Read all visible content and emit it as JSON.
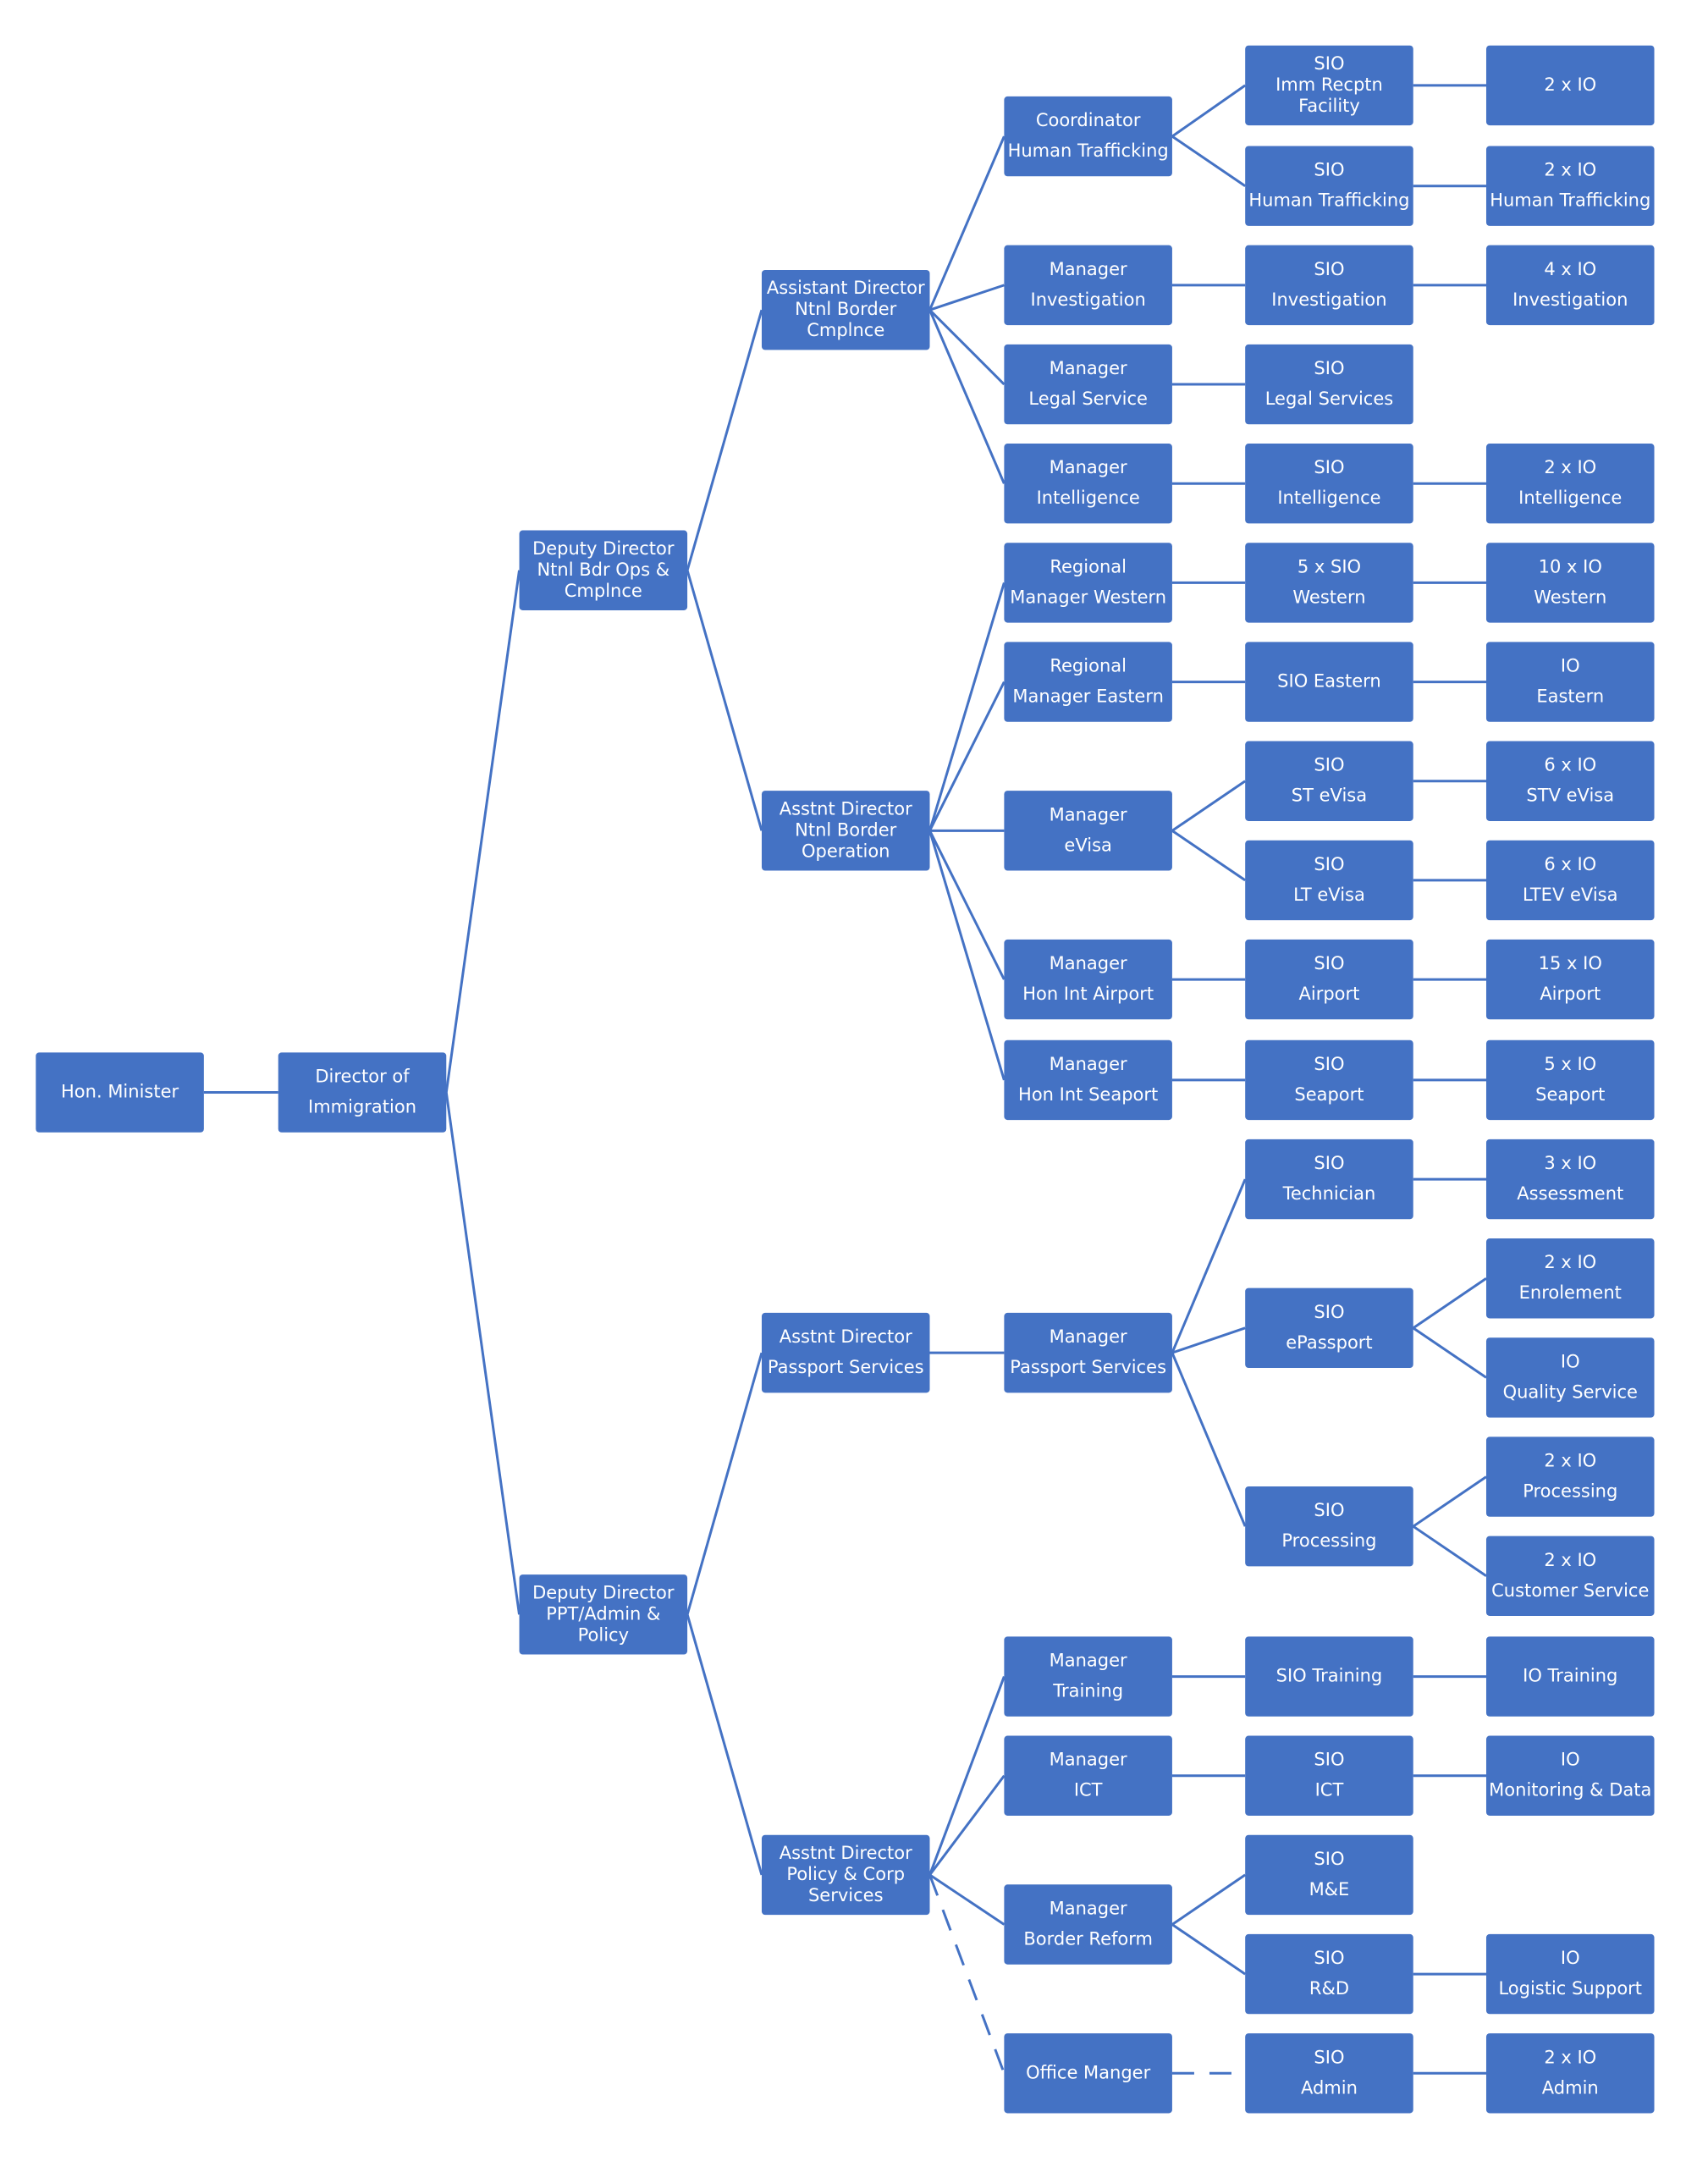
{
  "colors": {
    "node": "#4472C4",
    "text": "#FFFFFF",
    "connector": "#4472C4"
  },
  "nodes": [
    {
      "id": "minister",
      "lines": [
        "Hon. Minister"
      ]
    },
    {
      "id": "director",
      "lines": [
        "Director of",
        "Immigration"
      ]
    },
    {
      "id": "dd-ops",
      "lines": [
        "Deputy Director",
        "Ntnl Bdr Ops &",
        "Cmplnce"
      ]
    },
    {
      "id": "dd-ppt",
      "lines": [
        "Deputy Director",
        "PPT/Admin &",
        "Policy"
      ]
    },
    {
      "id": "ad-cmplnce",
      "lines": [
        "Assistant Director",
        "Ntnl Border",
        "Cmplnce"
      ]
    },
    {
      "id": "ad-operation",
      "lines": [
        "Asstnt Director",
        "Ntnl Border",
        "Operation"
      ]
    },
    {
      "id": "ad-passport",
      "lines": [
        "Asstnt Director",
        "Passport Services"
      ]
    },
    {
      "id": "ad-policy",
      "lines": [
        "Asstnt Director",
        "Policy & Corp",
        "Services"
      ]
    },
    {
      "id": "coord-ht",
      "lines": [
        "Coordinator",
        "Human Trafficking"
      ]
    },
    {
      "id": "mgr-invest",
      "lines": [
        "Manager",
        "Investigation"
      ]
    },
    {
      "id": "mgr-legal",
      "lines": [
        "Manager",
        "Legal Service"
      ]
    },
    {
      "id": "mgr-intel",
      "lines": [
        "Manager",
        "Intelligence"
      ]
    },
    {
      "id": "mgr-western",
      "lines": [
        "Regional",
        "Manager Western"
      ]
    },
    {
      "id": "mgr-eastern",
      "lines": [
        "Regional",
        "Manager Eastern"
      ]
    },
    {
      "id": "mgr-evisa",
      "lines": [
        "Manager",
        "eVisa"
      ]
    },
    {
      "id": "mgr-airport",
      "lines": [
        "Manager",
        "Hon Int Airport"
      ]
    },
    {
      "id": "mgr-seaport",
      "lines": [
        "Manager",
        "Hon Int Seaport"
      ]
    },
    {
      "id": "mgr-passport",
      "lines": [
        "Manager",
        "Passport Services"
      ]
    },
    {
      "id": "mgr-training",
      "lines": [
        "Manager",
        "Training"
      ]
    },
    {
      "id": "mgr-ict",
      "lines": [
        "Manager",
        "ICT"
      ]
    },
    {
      "id": "mgr-reform",
      "lines": [
        "Manager",
        "Border Reform"
      ]
    },
    {
      "id": "office-mgr",
      "lines": [
        "Office Manger"
      ]
    },
    {
      "id": "sio-imm",
      "lines": [
        "SIO",
        "Imm  Recptn",
        "Facility"
      ]
    },
    {
      "id": "sio-ht",
      "lines": [
        "SIO",
        "Human Trafficking"
      ]
    },
    {
      "id": "sio-invest",
      "lines": [
        "SIO",
        "Investigation"
      ]
    },
    {
      "id": "sio-legal",
      "lines": [
        "SIO",
        "Legal Services"
      ]
    },
    {
      "id": "sio-intel",
      "lines": [
        "SIO",
        "Intelligence"
      ]
    },
    {
      "id": "sio-western",
      "lines": [
        "5 x SIO",
        "Western"
      ]
    },
    {
      "id": "sio-eastern",
      "lines": [
        "SIO Eastern"
      ]
    },
    {
      "id": "sio-st-evisa",
      "lines": [
        "SIO",
        "ST eVisa"
      ]
    },
    {
      "id": "sio-lt-evisa",
      "lines": [
        "SIO",
        "LT eVisa"
      ]
    },
    {
      "id": "sio-airport",
      "lines": [
        "SIO",
        "Airport"
      ]
    },
    {
      "id": "sio-seaport",
      "lines": [
        "SIO",
        "Seaport"
      ]
    },
    {
      "id": "sio-technician",
      "lines": [
        "SIO",
        "Technician"
      ]
    },
    {
      "id": "sio-epassport",
      "lines": [
        "SIO",
        "ePassport"
      ]
    },
    {
      "id": "sio-processing",
      "lines": [
        "SIO",
        "Processing"
      ]
    },
    {
      "id": "sio-training",
      "lines": [
        "SIO Training"
      ]
    },
    {
      "id": "sio-ict",
      "lines": [
        "SIO",
        "ICT"
      ]
    },
    {
      "id": "sio-me",
      "lines": [
        "SIO",
        "M&E"
      ]
    },
    {
      "id": "sio-rd",
      "lines": [
        "SIO",
        "R&D"
      ]
    },
    {
      "id": "sio-admin",
      "lines": [
        "SIO",
        "Admin"
      ]
    },
    {
      "id": "io-imm",
      "lines": [
        "2 x IO"
      ]
    },
    {
      "id": "io-ht",
      "lines": [
        "2 x IO",
        "Human Trafficking"
      ]
    },
    {
      "id": "io-invest",
      "lines": [
        "4 x IO",
        "Investigation"
      ]
    },
    {
      "id": "io-intel",
      "lines": [
        "2 x IO",
        "Intelligence"
      ]
    },
    {
      "id": "io-western",
      "lines": [
        "10 x IO",
        "Western"
      ]
    },
    {
      "id": "io-eastern",
      "lines": [
        "IO",
        "Eastern"
      ]
    },
    {
      "id": "io-stv",
      "lines": [
        "6 x IO",
        "STV eVisa"
      ]
    },
    {
      "id": "io-ltev",
      "lines": [
        "6 x IO",
        "LTEV eVisa"
      ]
    },
    {
      "id": "io-airport",
      "lines": [
        "15 x IO",
        "Airport"
      ]
    },
    {
      "id": "io-seaport",
      "lines": [
        "5 x IO",
        "Seaport"
      ]
    },
    {
      "id": "io-assessment",
      "lines": [
        "3 x IO",
        "Assessment"
      ]
    },
    {
      "id": "io-enrolement",
      "lines": [
        "2 x IO",
        "Enrolement"
      ]
    },
    {
      "id": "io-quality",
      "lines": [
        "IO",
        "Quality Service"
      ]
    },
    {
      "id": "io-processing",
      "lines": [
        "2 x IO",
        "Processing"
      ]
    },
    {
      "id": "io-customer",
      "lines": [
        "2 x IO",
        "Customer Service"
      ]
    },
    {
      "id": "io-training",
      "lines": [
        "IO Training"
      ]
    },
    {
      "id": "io-monitoring",
      "lines": [
        "IO",
        "Monitoring & Data"
      ]
    },
    {
      "id": "io-logistic",
      "lines": [
        "IO",
        "Logistic Support"
      ]
    },
    {
      "id": "io-admin",
      "lines": [
        "2 x IO",
        "Admin"
      ]
    }
  ],
  "edges": [
    [
      "minister",
      "director"
    ],
    [
      "director",
      "dd-ops"
    ],
    [
      "director",
      "dd-ppt"
    ],
    [
      "dd-ops",
      "ad-cmplnce"
    ],
    [
      "dd-ops",
      "ad-operation"
    ],
    [
      "dd-ppt",
      "ad-passport"
    ],
    [
      "dd-ppt",
      "ad-policy"
    ],
    [
      "ad-cmplnce",
      "coord-ht"
    ],
    [
      "ad-cmplnce",
      "mgr-invest"
    ],
    [
      "ad-cmplnce",
      "mgr-legal"
    ],
    [
      "ad-cmplnce",
      "mgr-intel"
    ],
    [
      "ad-operation",
      "mgr-western"
    ],
    [
      "ad-operation",
      "mgr-eastern"
    ],
    [
      "ad-operation",
      "mgr-evisa"
    ],
    [
      "ad-operation",
      "mgr-airport"
    ],
    [
      "ad-operation",
      "mgr-seaport"
    ],
    [
      "ad-passport",
      "mgr-passport"
    ],
    [
      "ad-policy",
      "mgr-training"
    ],
    [
      "ad-policy",
      "mgr-ict"
    ],
    [
      "ad-policy",
      "mgr-reform"
    ],
    [
      "ad-policy",
      "office-mgr",
      "dashed"
    ],
    [
      "coord-ht",
      "sio-imm"
    ],
    [
      "coord-ht",
      "sio-ht"
    ],
    [
      "mgr-invest",
      "sio-invest"
    ],
    [
      "mgr-legal",
      "sio-legal"
    ],
    [
      "mgr-intel",
      "sio-intel"
    ],
    [
      "mgr-western",
      "sio-western"
    ],
    [
      "mgr-eastern",
      "sio-eastern"
    ],
    [
      "mgr-evisa",
      "sio-st-evisa"
    ],
    [
      "mgr-evisa",
      "sio-lt-evisa"
    ],
    [
      "mgr-airport",
      "sio-airport"
    ],
    [
      "mgr-seaport",
      "sio-seaport"
    ],
    [
      "mgr-passport",
      "sio-technician"
    ],
    [
      "mgr-passport",
      "sio-epassport"
    ],
    [
      "mgr-passport",
      "sio-processing"
    ],
    [
      "mgr-training",
      "sio-training"
    ],
    [
      "mgr-ict",
      "sio-ict"
    ],
    [
      "mgr-reform",
      "sio-me"
    ],
    [
      "mgr-reform",
      "sio-rd"
    ],
    [
      "office-mgr",
      "sio-admin",
      "dashed"
    ],
    [
      "sio-imm",
      "io-imm"
    ],
    [
      "sio-ht",
      "io-ht"
    ],
    [
      "sio-invest",
      "io-invest"
    ],
    [
      "sio-intel",
      "io-intel"
    ],
    [
      "sio-western",
      "io-western"
    ],
    [
      "sio-eastern",
      "io-eastern"
    ],
    [
      "sio-st-evisa",
      "io-stv"
    ],
    [
      "sio-lt-evisa",
      "io-ltev"
    ],
    [
      "sio-airport",
      "io-airport"
    ],
    [
      "sio-seaport",
      "io-seaport"
    ],
    [
      "sio-technician",
      "io-assessment"
    ],
    [
      "sio-epassport",
      "io-enrolement"
    ],
    [
      "sio-epassport",
      "io-quality"
    ],
    [
      "sio-processing",
      "io-processing"
    ],
    [
      "sio-processing",
      "io-customer"
    ],
    [
      "sio-training",
      "io-training"
    ],
    [
      "sio-ict",
      "io-monitoring"
    ],
    [
      "sio-rd",
      "io-logistic"
    ],
    [
      "sio-admin",
      "io-admin"
    ]
  ]
}
